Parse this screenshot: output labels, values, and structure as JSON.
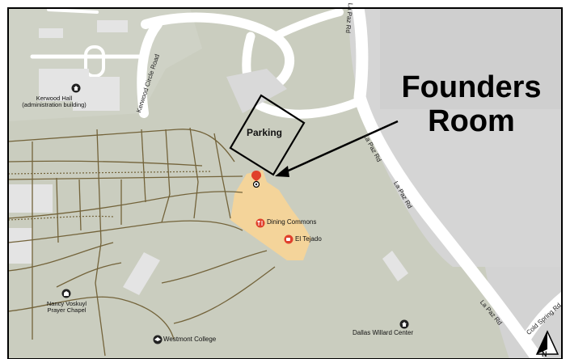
{
  "colors": {
    "ground": "#cacdbf",
    "road": "#ffffff",
    "building": "#e2e2e2",
    "highlight": "#f4d49a",
    "path": "#73633a",
    "poi_red": "#e0402c",
    "frame": "#000000"
  },
  "callout": {
    "line1": "Founders",
    "line2": "Room"
  },
  "parking_label": "Parking",
  "places": {
    "kerwood_hall": "Kerwood Hall",
    "kerwood_hall_sub": "(administration building)",
    "dining_commons": "Dining Commons",
    "el_tejado": "El Tejado",
    "prayer_chapel_1": "Nancy Voskuyl",
    "prayer_chapel_2": "Prayer Chapel",
    "westmont_college": "Westmont College",
    "dallas_willard": "Dallas Willard Center"
  },
  "roads": {
    "kerwood_circle": "Kerwood Circle Road",
    "la_paz_top": "La Paz Rd",
    "la_paz_1": "La Paz Rd",
    "la_paz_2": "La Paz Rd",
    "la_paz_3": "La Paz Rd",
    "cold_spring": "Cold Spring Rd"
  },
  "compass": {
    "label": "N",
    "icon": "north-arrow-icon"
  },
  "icons": {
    "location_pin": "location-pin-icon",
    "restaurant": "restaurant-icon",
    "cafe": "cafe-icon",
    "building": "building-icon",
    "chapel": "chapel-icon",
    "school": "school-icon",
    "arrow": "pointer-arrow"
  }
}
